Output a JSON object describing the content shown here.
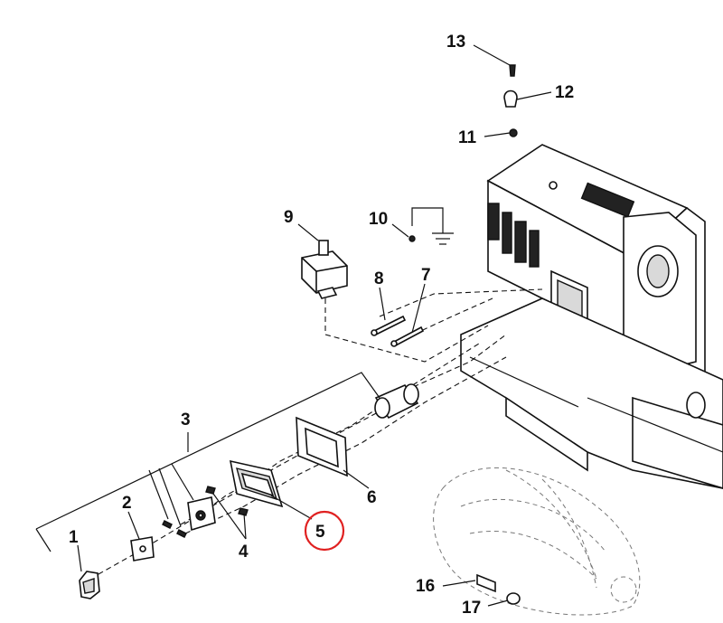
{
  "callouts": {
    "c1": "1",
    "c2": "2",
    "c3": "3",
    "c4": "4",
    "c5": "5",
    "c6": "6",
    "c7": "7",
    "c8": "8",
    "c9": "9",
    "c10": "10",
    "c11": "11",
    "c12": "12",
    "c13": "13",
    "c16": "16",
    "c17": "17"
  },
  "highlighted_callout": "5",
  "colors": {
    "highlight": "#e02020",
    "line": "#111111",
    "background": "#ffffff"
  }
}
